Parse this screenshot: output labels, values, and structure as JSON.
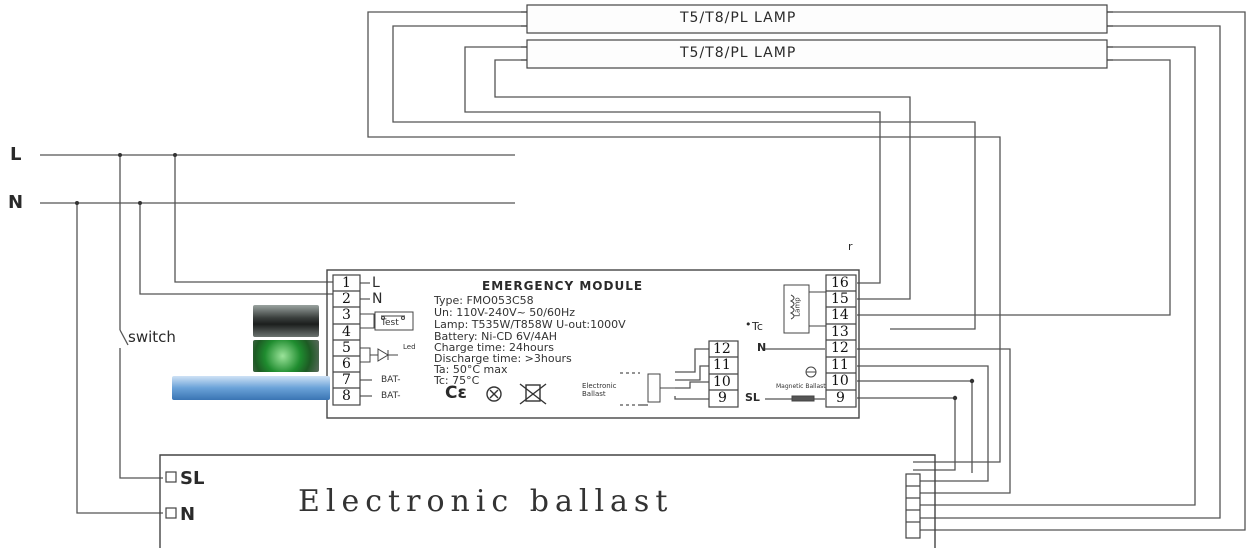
{
  "supply": {
    "line": "L",
    "neutral": "N"
  },
  "switch_label": "switch",
  "lamps": [
    {
      "label": "T5/T8/PL   LAMP"
    },
    {
      "label": "T5/T8/PL   LAMP"
    }
  ],
  "module": {
    "title": "EMERGENCY  MODULE",
    "specs": [
      "Type:  FMO053C58",
      "Un: 110V-240V~ 50/60Hz",
      "Lamp: T535W/T858W  U-out:1000V",
      "Battery: Ni-CD    6V/4AH",
      "Charge time: 24hours",
      "Discharge time: >3hours",
      "Ta: 50°C max",
      "Tc: 75°C"
    ],
    "left_terminals": [
      {
        "num": "1",
        "label": "L"
      },
      {
        "num": "2",
        "label": "N"
      },
      {
        "num": "3",
        "label": ""
      },
      {
        "num": "4",
        "label": ""
      },
      {
        "num": "5",
        "label": ""
      },
      {
        "num": "6",
        "label": ""
      },
      {
        "num": "7",
        "label": "BAT-"
      },
      {
        "num": "8",
        "label": "BAT-"
      }
    ],
    "right_terminals": [
      "16",
      "15",
      "14",
      "13",
      "12",
      "11",
      "10",
      "9"
    ],
    "inner_terminals": [
      "12",
      "11",
      "10",
      "9"
    ],
    "test_label": "Test",
    "led_label": "Led",
    "tc_label": "Tc",
    "n_label": "N",
    "sl_label": "SL",
    "lamp_box_label": "Lamp",
    "electronic_ballast_label": "Electronic Ballast",
    "magnetic_ballast_label": "Magnetic Ballast",
    "corner_mark": "r"
  },
  "ballast": {
    "title": "Electronic ballast",
    "sl": "SL",
    "n": "N"
  }
}
